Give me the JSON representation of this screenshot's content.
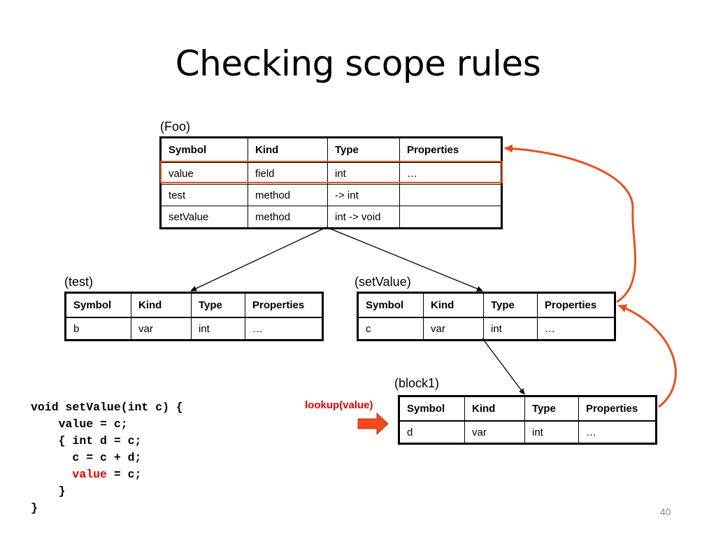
{
  "title": "Checking scope rules",
  "headers": [
    "Symbol",
    "Kind",
    "Type",
    "Properties"
  ],
  "tables": {
    "foo": {
      "label": "(Foo)",
      "rows": [
        [
          "value",
          "field",
          "int",
          "…"
        ],
        [
          "test",
          "method",
          "-> int",
          ""
        ],
        [
          "setValue",
          "method",
          "int -> void",
          ""
        ]
      ]
    },
    "test": {
      "label": "(test)",
      "rows": [
        [
          "b",
          "var",
          "int",
          "…"
        ]
      ]
    },
    "setValue": {
      "label": "(setValue)",
      "rows": [
        [
          "c",
          "var",
          "int",
          "…"
        ]
      ]
    },
    "block1": {
      "label": "(block1)",
      "rows": [
        [
          "d",
          "var",
          "int",
          "…"
        ]
      ]
    }
  },
  "lookup_label": "lookup(value)",
  "code": {
    "line1": "void setValue(int c) {",
    "line2": "value = c;",
    "line3": "{ int d = c;",
    "line4": "c = c + d;",
    "line5_highlight": "value",
    "line5_rest": " = c;",
    "line6": "}",
    "line7": "}"
  },
  "colors": {
    "highlight": "#e8501e",
    "code_highlight": "#e00000",
    "arrow": "#e8501e"
  },
  "page_number": "40"
}
